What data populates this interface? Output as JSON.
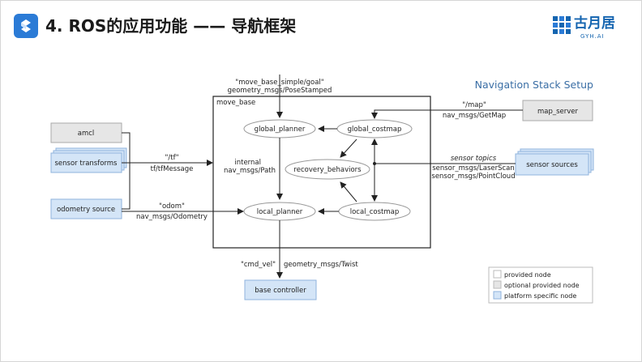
{
  "slide": {
    "title": "4. ROS的应用功能 —— 导航框架"
  },
  "brand": {
    "name": "古月居",
    "domain": "GYH.AI",
    "color": "#1565b0"
  },
  "diagram": {
    "title": "Navigation Stack Setup",
    "container_label": "move_base",
    "nodes": {
      "global_planner": "global_planner",
      "global_costmap": "global_costmap",
      "recovery_behaviors": "recovery_behaviors",
      "local_planner": "local_planner",
      "local_costmap": "local_costmap",
      "amcl": "amcl",
      "sensor_transforms": "sensor transforms",
      "odometry_source": "odometry source",
      "map_server": "map_server",
      "sensor_sources": "sensor sources",
      "base_controller": "base controller"
    },
    "labels": {
      "goal_topic": "\"move_base_simple/goal\"",
      "goal_type": "geometry_msgs/PoseStamped",
      "tf_topic": "\"/tf\"",
      "tf_type": "tf/tfMessage",
      "internal": "internal",
      "internal_type": "nav_msgs/Path",
      "odom_topic": "\"odom\"",
      "odom_type": "nav_msgs/Odometry",
      "map_topic": "\"/map\"",
      "map_type": "nav_msgs/GetMap",
      "sensor_topics": "sensor topics",
      "laser_type": "sensor_msgs/LaserScan",
      "cloud_type": "sensor_msgs/PointCloud",
      "cmd_vel_topic": "\"cmd_vel\"",
      "cmd_vel_type": "geometry_msgs/Twist"
    },
    "legend": {
      "provided": "provided node",
      "optional": "optional provided node",
      "platform": "platform specific node"
    },
    "colors": {
      "provided": "#ffffff",
      "optional": "#e6e6e6",
      "platform": "#d4e5f7",
      "title": "#3a6ea5",
      "accent": "#2b7bd6"
    }
  }
}
